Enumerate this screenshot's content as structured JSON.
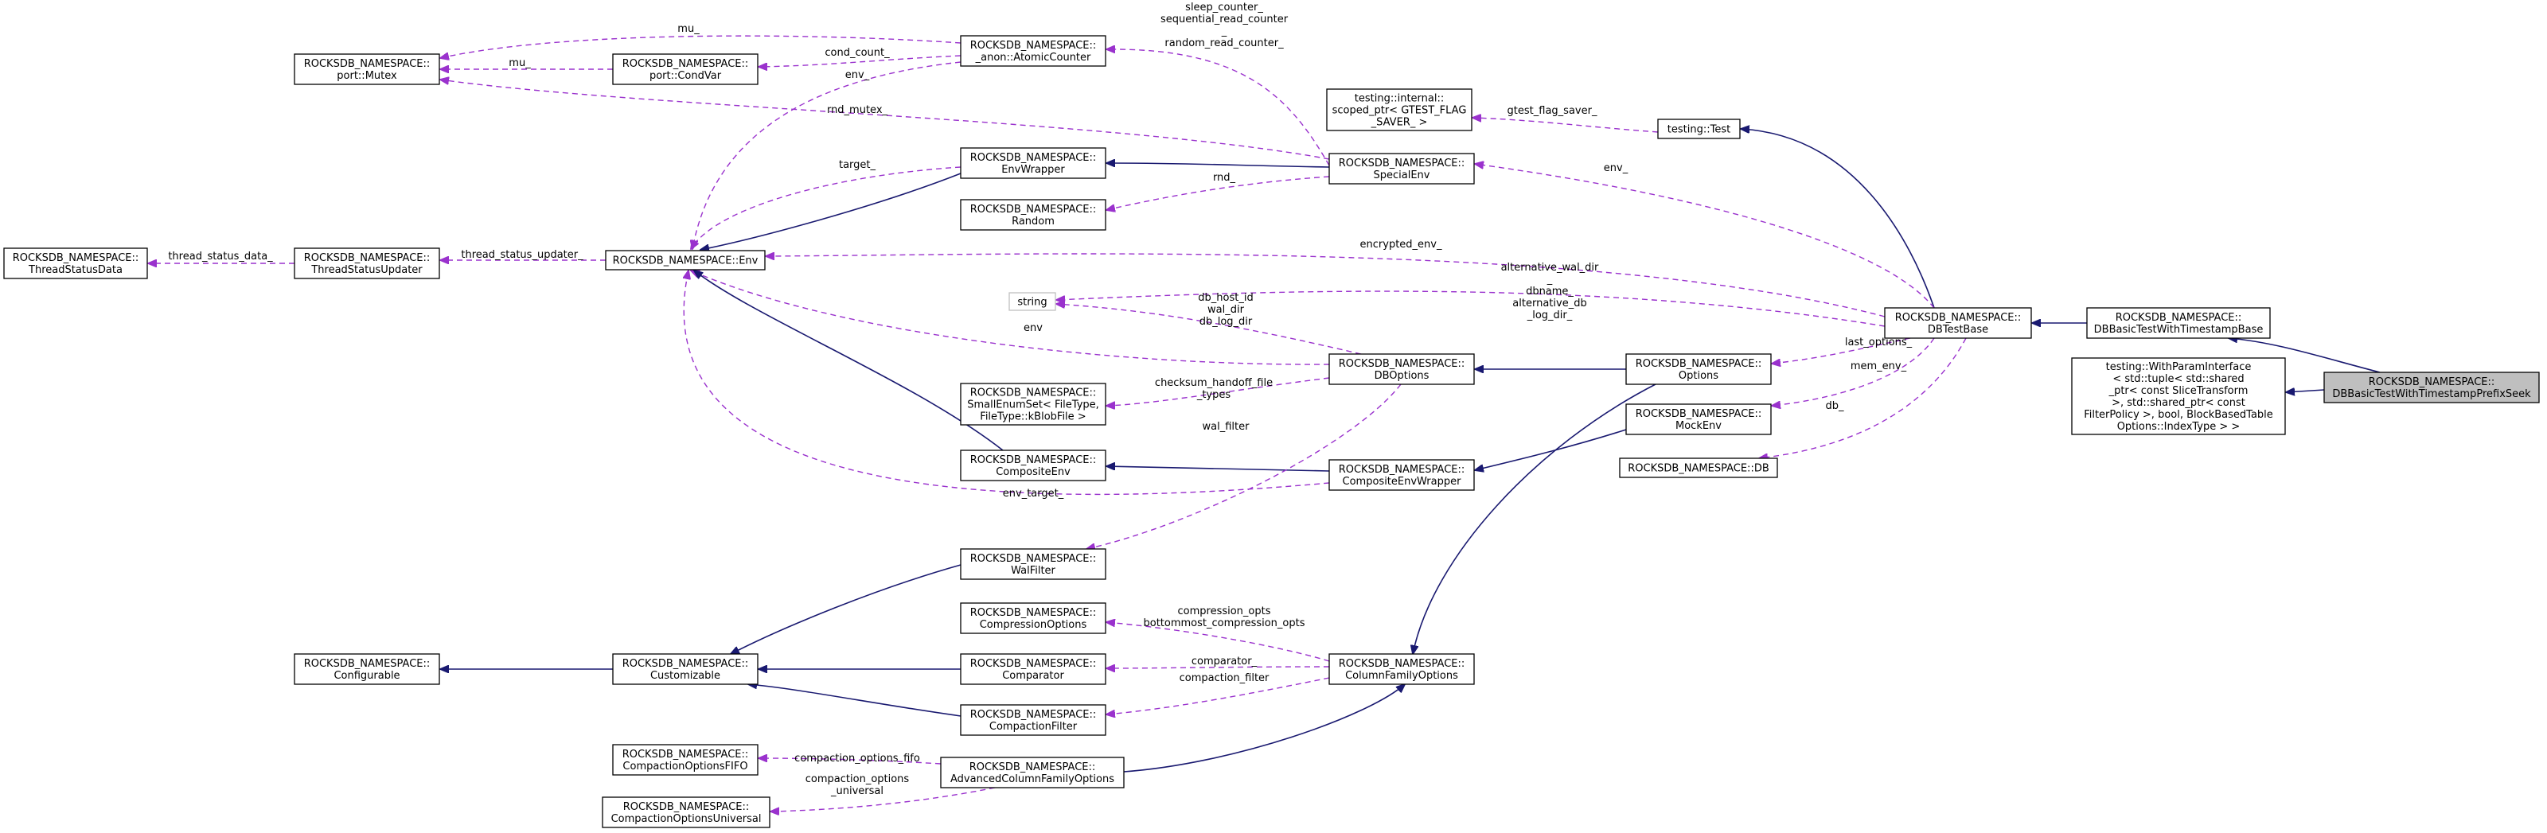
{
  "diagram": {
    "colors": {
      "inheritance_edge": "#191970",
      "usage_edge": "#9a32cd",
      "focus_fill": "#bfbfbf",
      "node_border": "#000000"
    },
    "nodes": {
      "port_mutex": [
        "ROCKSDB_NAMESPACE::",
        "port::Mutex"
      ],
      "port_condvar": [
        "ROCKSDB_NAMESPACE::",
        "port::CondVar"
      ],
      "atomic_counter": [
        "ROCKSDB_NAMESPACE::",
        "_anon::AtomicCounter"
      ],
      "env_wrapper": [
        "ROCKSDB_NAMESPACE::",
        "EnvWrapper"
      ],
      "random": [
        "ROCKSDB_NAMESPACE::",
        "Random"
      ],
      "env": [
        "ROCKSDB_NAMESPACE::Env"
      ],
      "thread_status_data": [
        "ROCKSDB_NAMESPACE::",
        "ThreadStatusData"
      ],
      "thread_status_updater": [
        "ROCKSDB_NAMESPACE::",
        "ThreadStatusUpdater"
      ],
      "gtest_saver": [
        "testing::internal::",
        "scoped_ptr< GTEST_FLAG",
        "_SAVER_ >"
      ],
      "testing_test": [
        "testing::Test"
      ],
      "special_env": [
        "ROCKSDB_NAMESPACE::",
        "SpecialEnv"
      ],
      "string": [
        "string"
      ],
      "db_test_base": [
        "ROCKSDB_NAMESPACE::",
        "DBTestBase"
      ],
      "db_basic_ts_base": [
        "ROCKSDB_NAMESPACE::",
        "DBBasicTestWithTimestampBase"
      ],
      "with_param_interface": [
        "testing::WithParamInterface",
        "< std::tuple< std::shared",
        "_ptr< const SliceTransform",
        " >, std::shared_ptr< const",
        " FilterPolicy >, bool, BlockBasedTable",
        "Options::IndexType > >"
      ],
      "focus": [
        "ROCKSDB_NAMESPACE::",
        "DBBasicTestWithTimestampPrefixSeek"
      ],
      "db_options": [
        "ROCKSDB_NAMESPACE::",
        "DBOptions"
      ],
      "options": [
        "ROCKSDB_NAMESPACE::",
        "Options"
      ],
      "small_enum_set": [
        "ROCKSDB_NAMESPACE::",
        "SmallEnumSet< FileType,",
        " FileType::kBlobFile >"
      ],
      "mock_env": [
        "ROCKSDB_NAMESPACE::",
        "MockEnv"
      ],
      "composite_env": [
        "ROCKSDB_NAMESPACE::",
        "CompositeEnv"
      ],
      "composite_env_wrapper": [
        "ROCKSDB_NAMESPACE::",
        "CompositeEnvWrapper"
      ],
      "db": [
        "ROCKSDB_NAMESPACE::DB"
      ],
      "wal_filter": [
        "ROCKSDB_NAMESPACE::",
        "WalFilter"
      ],
      "compression_options": [
        "ROCKSDB_NAMESPACE::",
        "CompressionOptions"
      ],
      "configurable": [
        "ROCKSDB_NAMESPACE::",
        "Configurable"
      ],
      "customizable": [
        "ROCKSDB_NAMESPACE::",
        "Customizable"
      ],
      "comparator": [
        "ROCKSDB_NAMESPACE::",
        "Comparator"
      ],
      "cf_options": [
        "ROCKSDB_NAMESPACE::",
        "ColumnFamilyOptions"
      ],
      "compaction_filter": [
        "ROCKSDB_NAMESPACE::",
        "CompactionFilter"
      ],
      "compaction_fifo": [
        "ROCKSDB_NAMESPACE::",
        "CompactionOptionsFIFO"
      ],
      "adv_cf_options": [
        "ROCKSDB_NAMESPACE::",
        "AdvancedColumnFamilyOptions"
      ],
      "compaction_universal": [
        "ROCKSDB_NAMESPACE::",
        "CompactionOptionsUniversal"
      ]
    },
    "edge_labels": {
      "mu_top": [
        "mu_"
      ],
      "mu_mid": [
        "mu_"
      ],
      "cond_count": [
        "cond_count_"
      ],
      "env_counter": [
        "env_"
      ],
      "sleep_counter": [
        "sleep_counter_",
        "sequential_read_counter",
        "_",
        "random_read_counter_"
      ],
      "rnd_mutex": [
        "rnd_mutex_"
      ],
      "target": [
        "target_"
      ],
      "rnd": [
        "rnd_"
      ],
      "thread_status_data": [
        "thread_status_data_"
      ],
      "thread_status_updater": [
        "thread_status_updater_"
      ],
      "gtest_flag_saver": [
        "gtest_flag_saver_"
      ],
      "env_special": [
        "env_"
      ],
      "encrypted_env": [
        "encrypted_env_"
      ],
      "alternative_wal_dir": [
        "alternative_wal_dir",
        "_",
        "dbname_",
        "alternative_db",
        "_log_dir_"
      ],
      "db_host_id": [
        "db_host_id",
        "wal_dir",
        "db_log_dir"
      ],
      "env_dboptions": [
        "env"
      ],
      "last_options": [
        "last_options_"
      ],
      "checksum_handoff": [
        "checksum_handoff_file",
        "_types"
      ],
      "mem_env": [
        "mem_env_"
      ],
      "db": [
        "db_"
      ],
      "wal_filter": [
        "wal_filter"
      ],
      "env_target": [
        "env_target_"
      ],
      "compression_opts": [
        "compression_opts",
        "bottommost_compression_opts"
      ],
      "comparator": [
        "comparator_"
      ],
      "compaction_filter": [
        "compaction_filter"
      ],
      "compaction_options_fifo": [
        "compaction_options_fifo"
      ],
      "compaction_options_universal": [
        "compaction_options",
        "_universal"
      ]
    }
  }
}
